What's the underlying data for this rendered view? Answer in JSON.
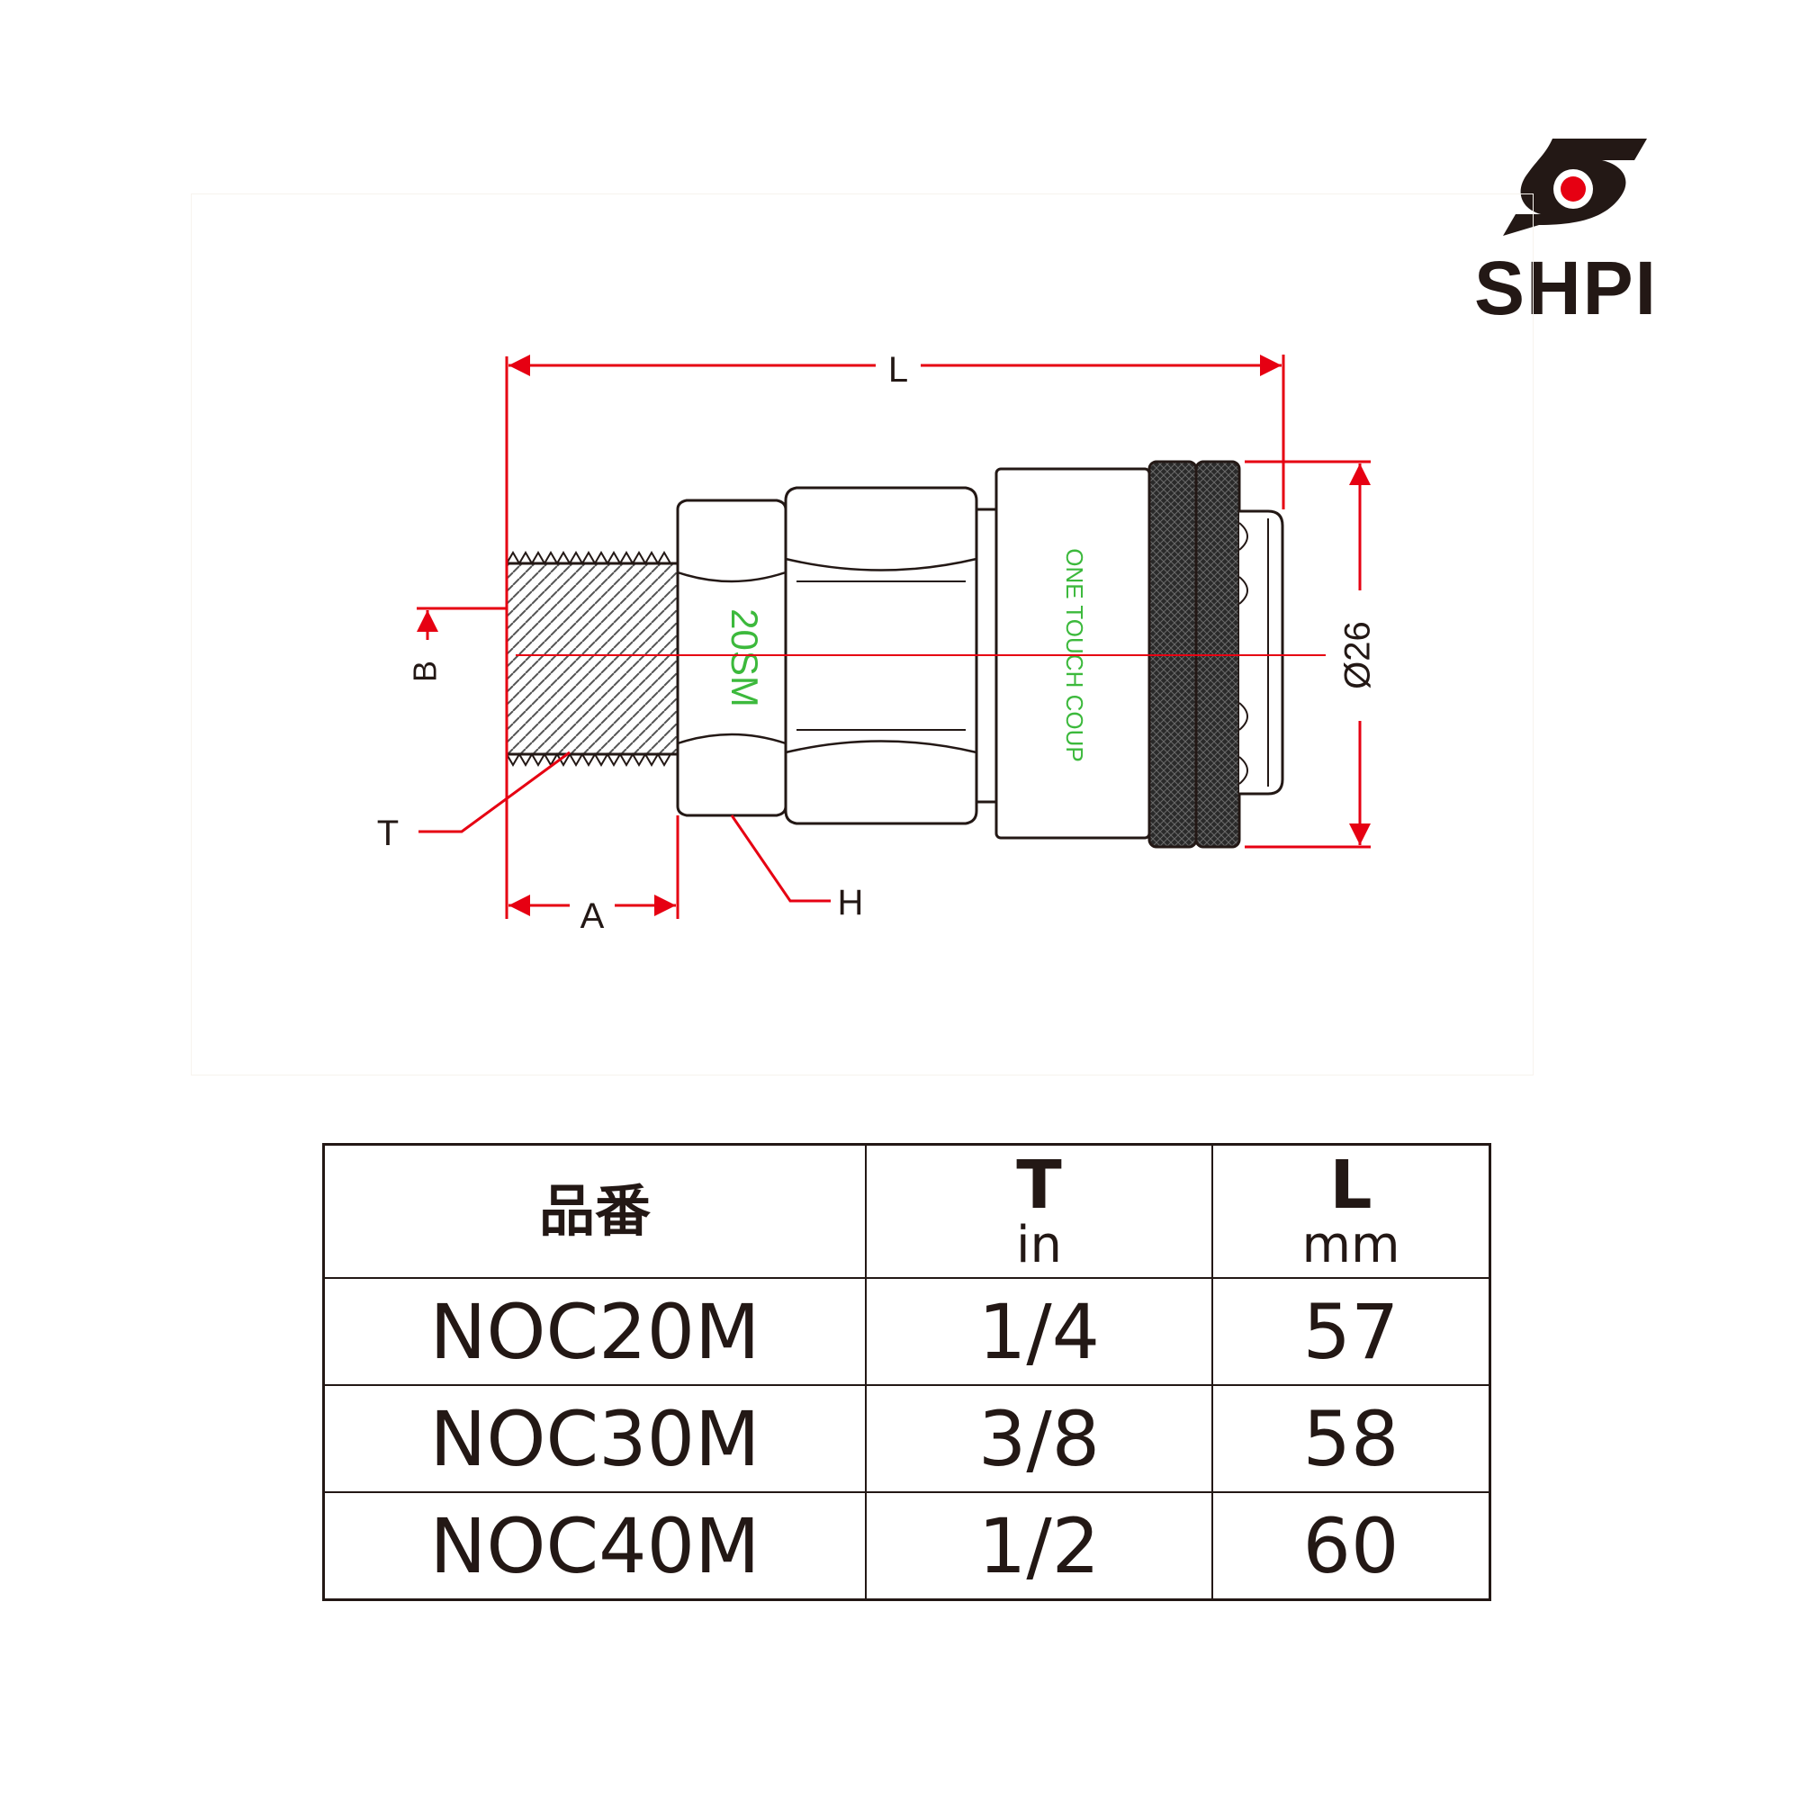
{
  "brand": {
    "name": "SHPI",
    "colors": {
      "dark": "#231815",
      "red": "#e60012"
    }
  },
  "drawing": {
    "dimension_labels": {
      "L": "L",
      "B": "B",
      "T": "T",
      "A": "A",
      "H": "H",
      "diameter": "Ø26"
    },
    "body_text": {
      "hex_marking": "20SM",
      "sleeve_marking": "ONE TOUCH COUP"
    },
    "colors": {
      "dimension_line": "#e60012",
      "marking": "#3cb93c",
      "outline": "#231815",
      "body": "#ffffff"
    }
  },
  "table": {
    "headers": [
      {
        "label": "品番",
        "unit": ""
      },
      {
        "label": "T",
        "unit": "in"
      },
      {
        "label": "L",
        "unit": "mm"
      }
    ],
    "rows": [
      {
        "part": "NOC20M",
        "t": "1/4",
        "l": "57"
      },
      {
        "part": "NOC30M",
        "t": "3/8",
        "l": "58"
      },
      {
        "part": "NOC40M",
        "t": "1/2",
        "l": "60"
      }
    ]
  }
}
